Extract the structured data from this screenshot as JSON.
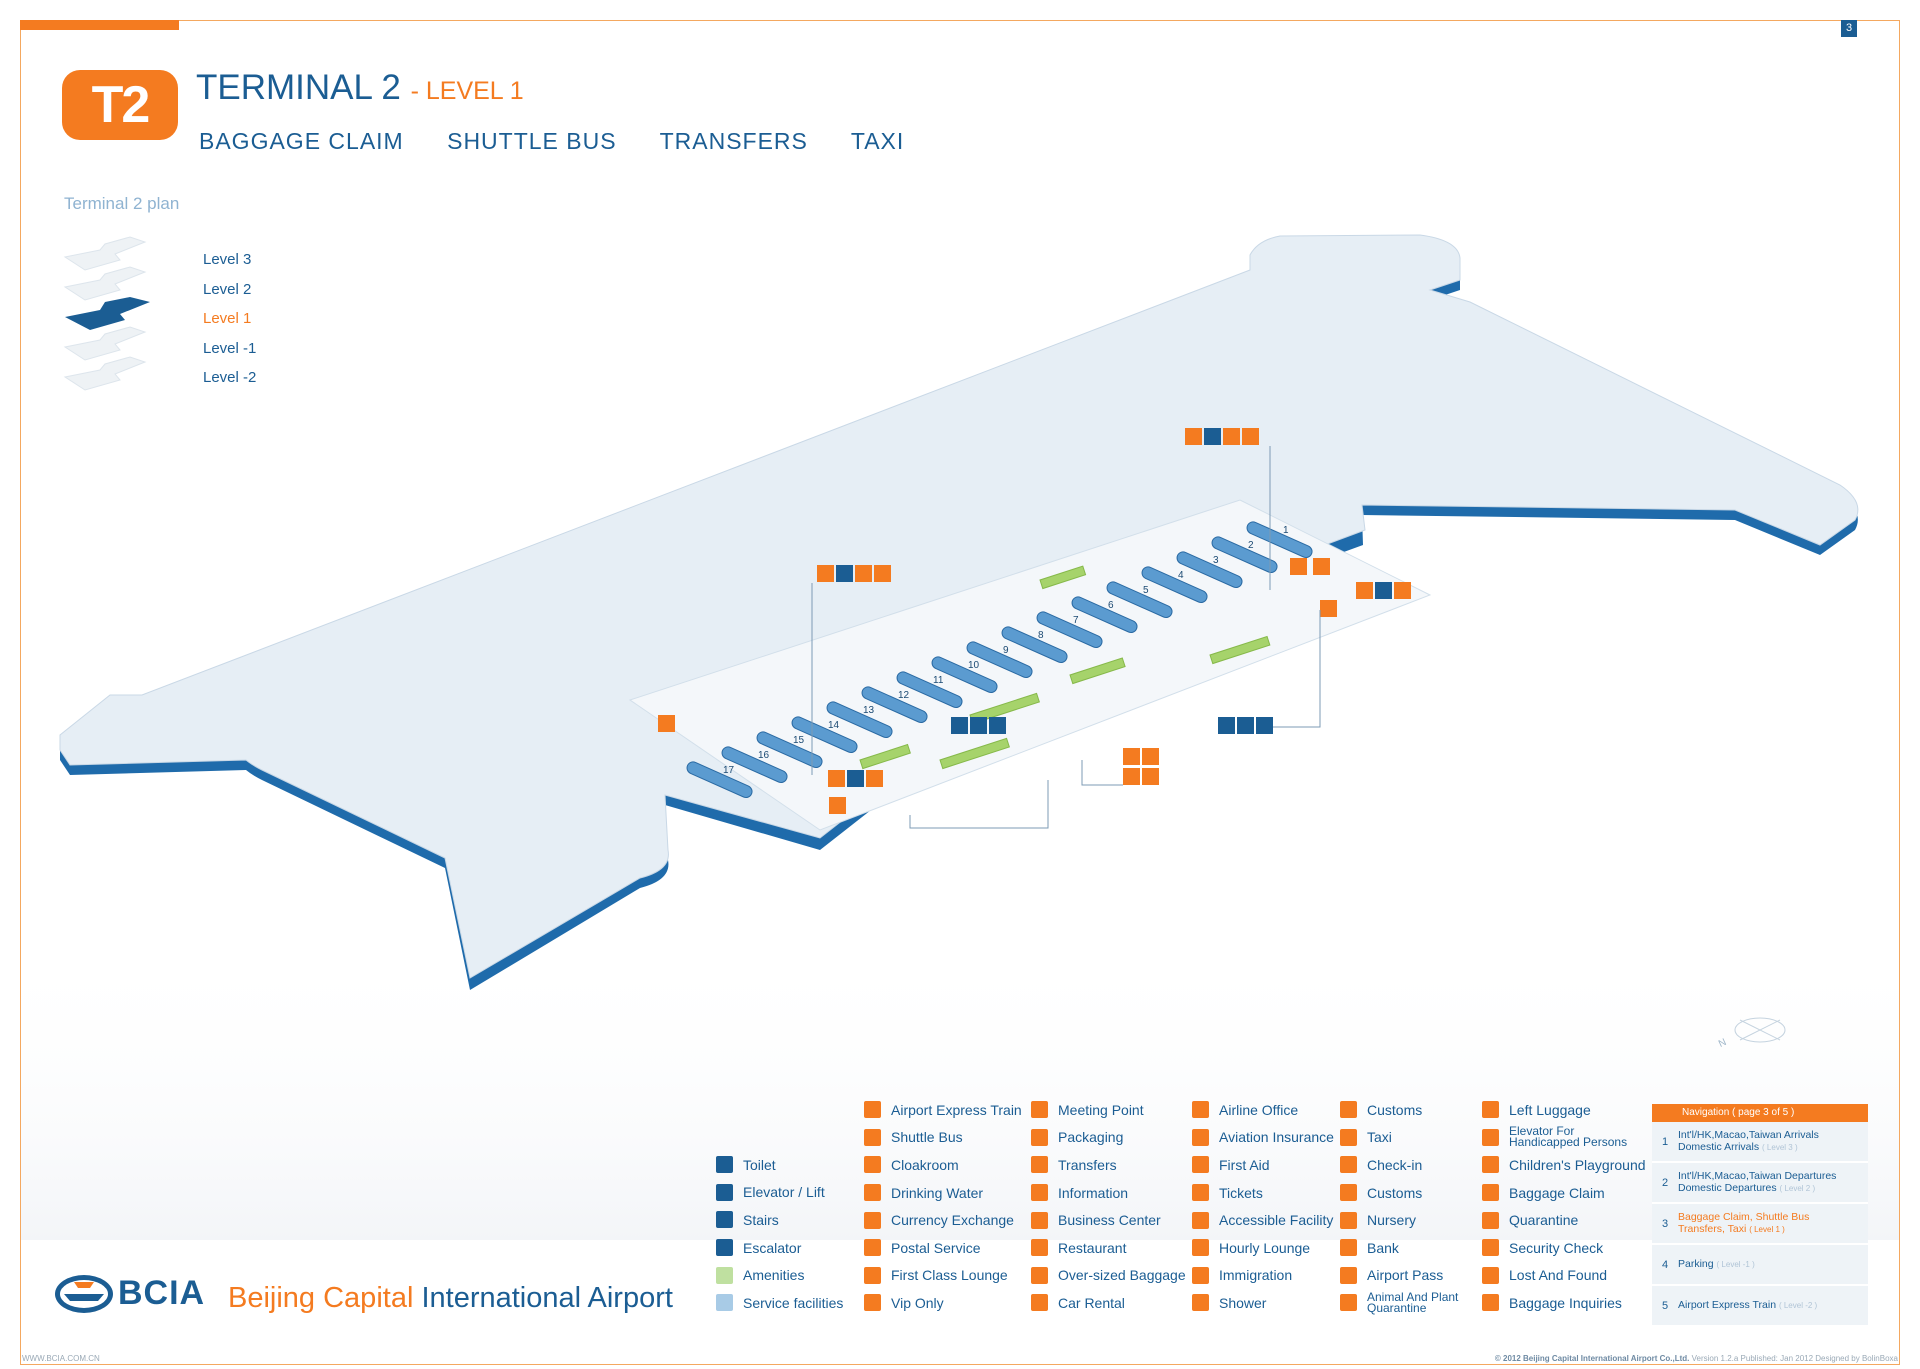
{
  "page_number": "3",
  "header": {
    "badge": "T2",
    "title": "TERMINAL 2",
    "level_suffix": "- LEVEL 1",
    "subnav": [
      "BAGGAGE CLAIM",
      "SHUTTLE BUS",
      "TRANSFERS",
      "TAXI"
    ]
  },
  "plan": {
    "label": "Terminal 2 plan",
    "levels": [
      "Level 3",
      "Level 2",
      "Level 1",
      "Level -1",
      "Level -2"
    ],
    "active_level": "Level 1"
  },
  "map": {
    "carousel_numbers": [
      "1",
      "2",
      "3",
      "4",
      "5",
      "6",
      "7",
      "8",
      "9",
      "10",
      "11",
      "12",
      "13",
      "14",
      "15",
      "16",
      "17"
    ],
    "colors": {
      "floor": "#e6eef5",
      "edge": "#1b5d93",
      "carousel": "#5b9bd0",
      "amenity": "#a6d36b",
      "icon_orange": "#f47b20",
      "icon_blue": "#1b5d93"
    }
  },
  "legend": {
    "col1": [
      "Toilet",
      "Elevator / Lift",
      "Stairs",
      "Escalator",
      "Amenities",
      "Service facilities"
    ],
    "col2": [
      "Airport Express Train",
      "Shuttle Bus",
      "Cloakroom",
      "Drinking Water",
      "Currency Exchange",
      "Postal Service",
      "First Class Lounge",
      "Vip Only"
    ],
    "col3": [
      "Meeting Point",
      "Packaging",
      "Transfers",
      "Information",
      "Business Center",
      "Restaurant",
      "Over-sized Baggage",
      "Car Rental"
    ],
    "col4": [
      "Airline Office",
      "Aviation Insurance",
      "First Aid",
      "Tickets",
      "Accessible Facility",
      "Hourly Lounge",
      "Immigration",
      "Shower"
    ],
    "col5": [
      "Customs",
      "Taxi",
      "Check-in",
      "Customs",
      "Nursery",
      "Bank",
      "Airport Pass",
      "Animal And Plant Quarantine"
    ],
    "col6": [
      "Left Luggage",
      "Elevator For Handicapped Persons",
      "Children's Playground",
      "Baggage Claim",
      "Quarantine",
      "Security Check",
      "Lost And Found",
      "Baggage Inquiries"
    ]
  },
  "navigation": {
    "header": "Navigation ( page 3 of 5 )",
    "items": [
      {
        "num": "1",
        "line1": "Int'l/HK,Macao,Taiwan Arrivals",
        "line2": "Domestic Arrivals",
        "sub": "( Level 3 )"
      },
      {
        "num": "2",
        "line1": "Int'l/HK,Macao,Taiwan Departures",
        "line2": "Domestic Departures",
        "sub": "( Level 2 )"
      },
      {
        "num": "3",
        "line1": "Baggage Claim,  Shuttle Bus",
        "line2": "Transfers,  Taxi",
        "sub": "( Level 1 )"
      },
      {
        "num": "4",
        "line1": "Parking",
        "line2": "",
        "sub": "( Level -1 )"
      },
      {
        "num": "5",
        "line1": "Airport Express Train",
        "line2": "",
        "sub": "( Level -2 )"
      }
    ]
  },
  "footer": {
    "logo": "BCIA",
    "airport_name_part1": "Beijing Capital",
    "airport_name_part2": " International Airport",
    "url": "WWW.BCIA.COM.CN",
    "copyright": "© 2012 Beijing Capital International Airport Co.,Ltd.",
    "version": "Version 1.2.a   Published: Jan 2012   Designed by BolinBoxa"
  },
  "compass": "N"
}
